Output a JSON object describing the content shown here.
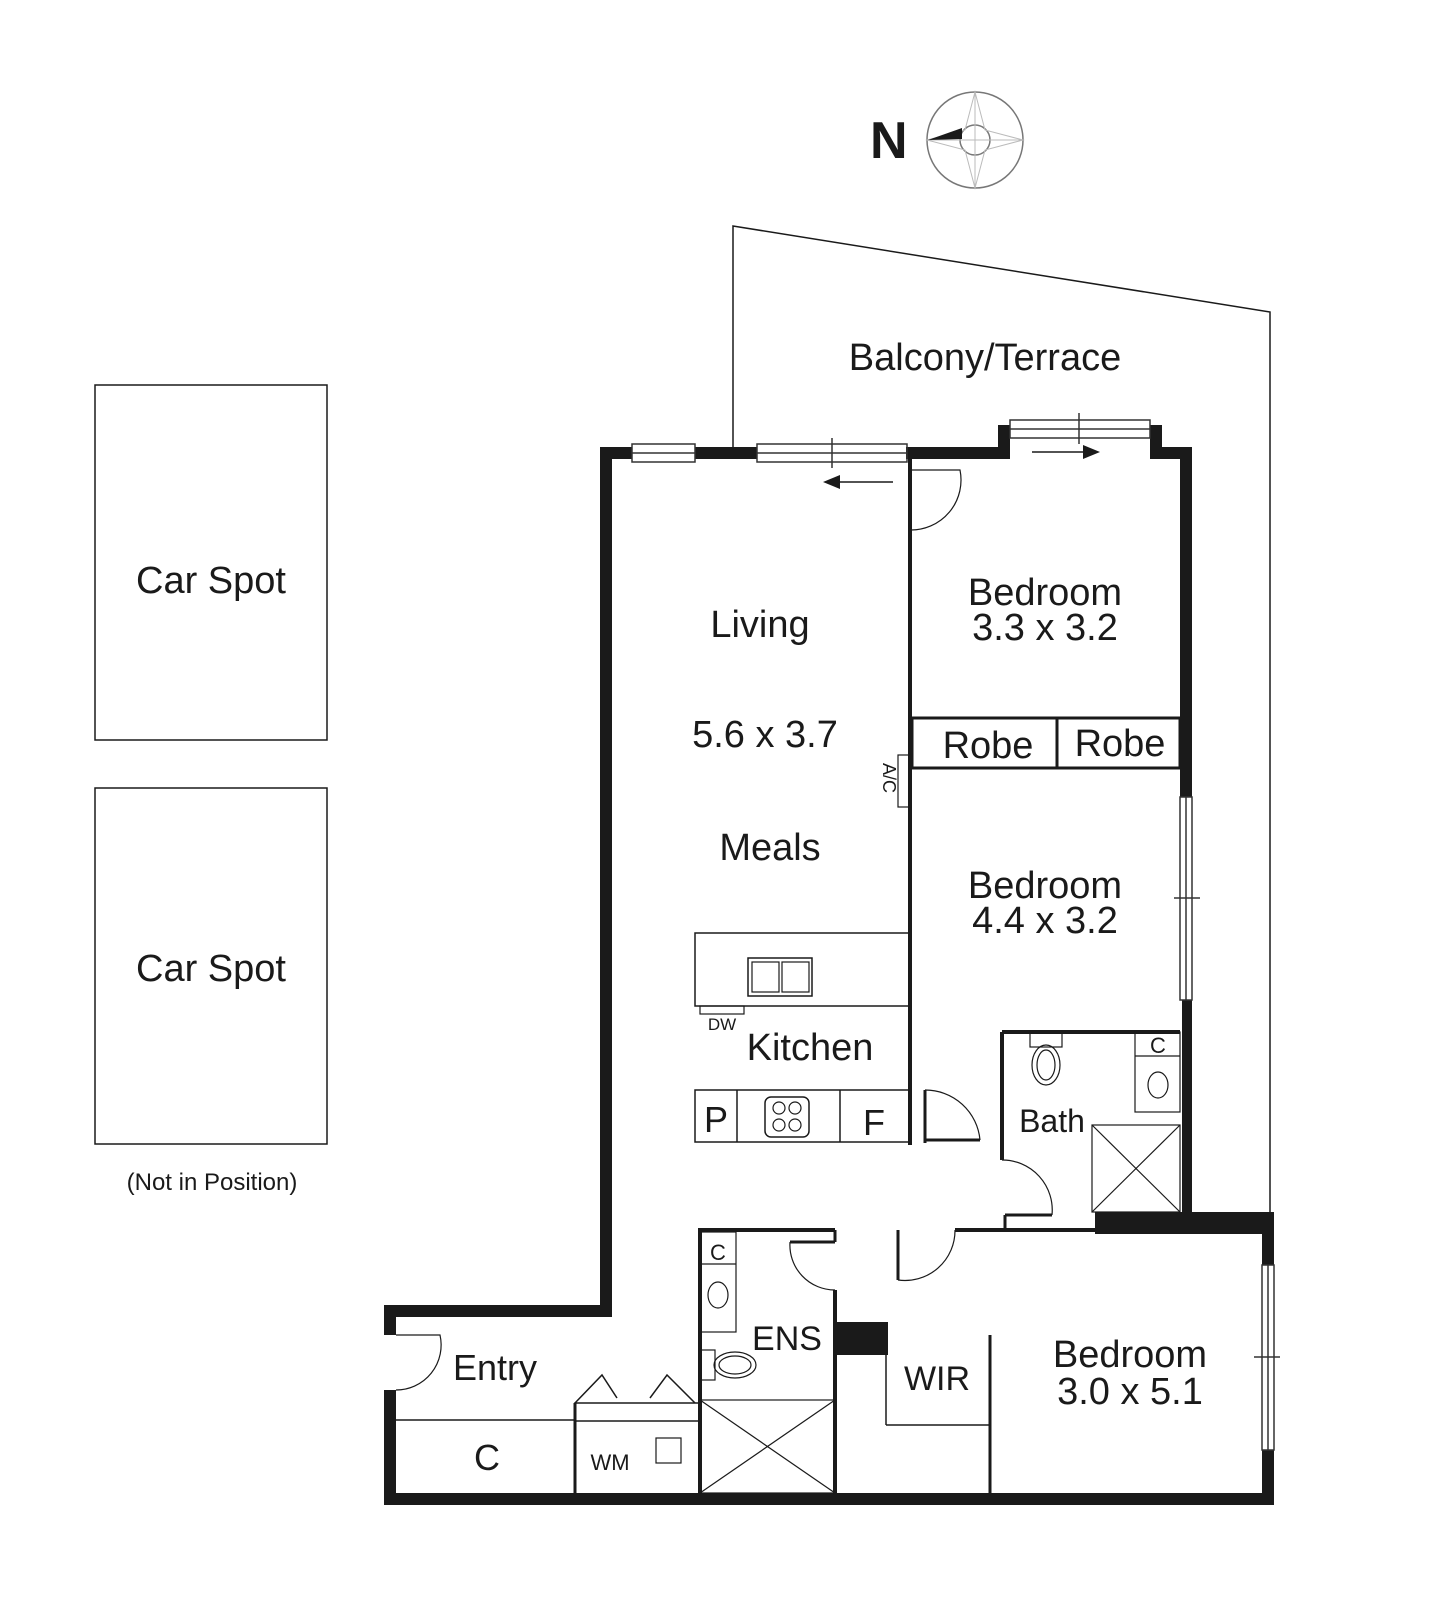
{
  "compass": {
    "north_label": "N"
  },
  "outdoor": {
    "balcony_label": "Balcony/Terrace",
    "car_spots": [
      {
        "label": "Car Spot"
      },
      {
        "label": "Car Spot"
      }
    ],
    "car_spot_note": "(Not in Position)"
  },
  "rooms": {
    "living": {
      "label": "Living",
      "dimensions": "5.6 x 3.7"
    },
    "meals": {
      "label": "Meals"
    },
    "kitchen": {
      "label": "Kitchen",
      "dw": "DW",
      "pantry": "P",
      "fridge": "F"
    },
    "bedroom1": {
      "label": "Bedroom",
      "dimensions": "3.3 x 3.2"
    },
    "robe1": {
      "label": "Robe"
    },
    "robe2": {
      "label": "Robe"
    },
    "ac": {
      "label": "A/C"
    },
    "bedroom2": {
      "label": "Bedroom",
      "dimensions": "4.4 x 3.2"
    },
    "bath": {
      "label": "Bath",
      "cupboard": "C"
    },
    "bedroom3": {
      "label": "Bedroom",
      "dimensions": "3.0 x 5.1"
    },
    "ens": {
      "label": "ENS",
      "cupboard": "C"
    },
    "wir": {
      "label": "WIR"
    },
    "entry": {
      "label": "Entry"
    },
    "entry_cupboard": {
      "label": "C"
    },
    "laundry": {
      "wm": "WM"
    }
  }
}
